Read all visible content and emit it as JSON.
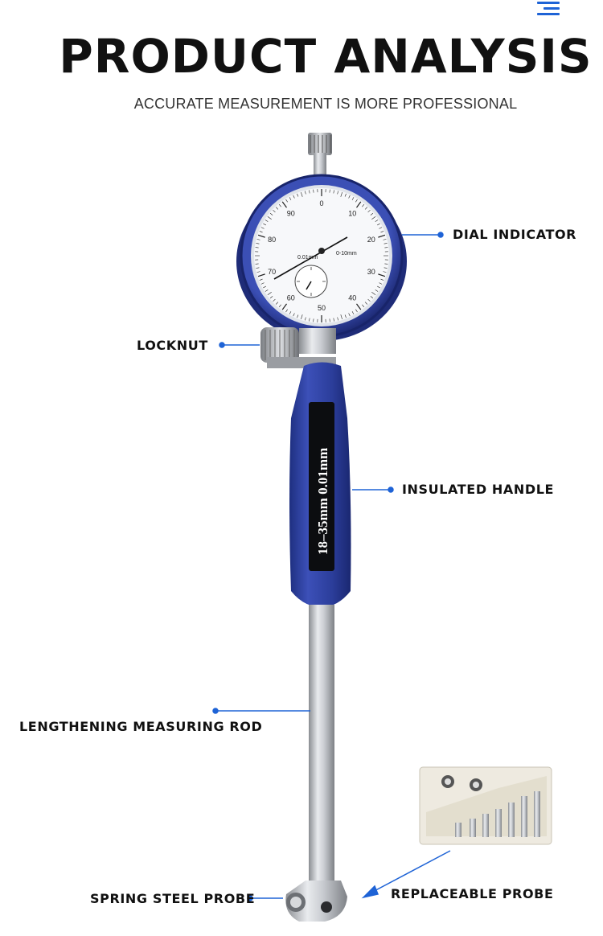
{
  "header": {
    "title": "PRODUCT ANALYSIS",
    "subtitle": "ACCURATE MEASUREMENT IS MORE PROFESSIONAL"
  },
  "labels": {
    "dial_indicator": "DIAL INDICATOR",
    "locknut": "LOCKNUT",
    "insulated_handle": "INSULATED HANDLE",
    "lengthening_rod": "LENGTHENING MEASURING ROD",
    "spring_steel_probe": "SPRING STEEL PROBE",
    "replaceable_probe": "REPLACEABLE PROBE"
  },
  "dial": {
    "unit_label": "0.01mm",
    "range_label": "0-10mm",
    "outer_numbers": [
      "0",
      "10",
      "20",
      "30",
      "40",
      "50",
      "60",
      "70",
      "80",
      "90"
    ]
  },
  "handle": {
    "text": "18–35mm  0.01mm"
  },
  "colors": {
    "accent": "#1e63d6",
    "dial_blue": "#2f3f9e",
    "handle_blue": "#2b3d9a"
  },
  "icons": {
    "menu": "menu-icon"
  }
}
